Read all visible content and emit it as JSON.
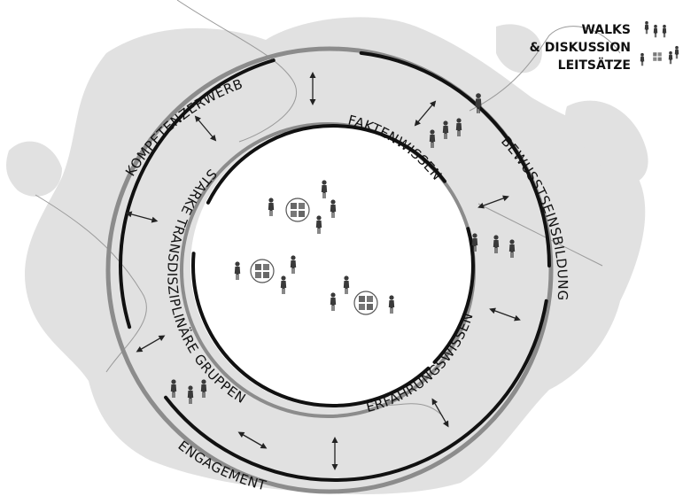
{
  "legend": {
    "walks": "WALKS",
    "diskussion": "& DISKUSSION",
    "leitsaetze": "LEITSÄTZE"
  },
  "outer_ring": {
    "top_left": "KOMPETENZERWERB",
    "right": "BEWUSSTSEINSBILDUNG",
    "bottom": "ENGAGEMENT"
  },
  "inner_ring": {
    "top": "FAKTENWISSEN",
    "left": "STARKE TRANSDISZIPLINÄRE GRUPPEN",
    "right": "ERFAHRUNGSWISSEN"
  },
  "colors": {
    "ring_black": "#111111",
    "ring_gray": "#8c8c8c",
    "blob": "#dcdcdc",
    "figure": "#3a3a3a"
  },
  "icons": [
    "person-icon",
    "group-icon",
    "table-icon",
    "double-arrow-icon"
  ]
}
